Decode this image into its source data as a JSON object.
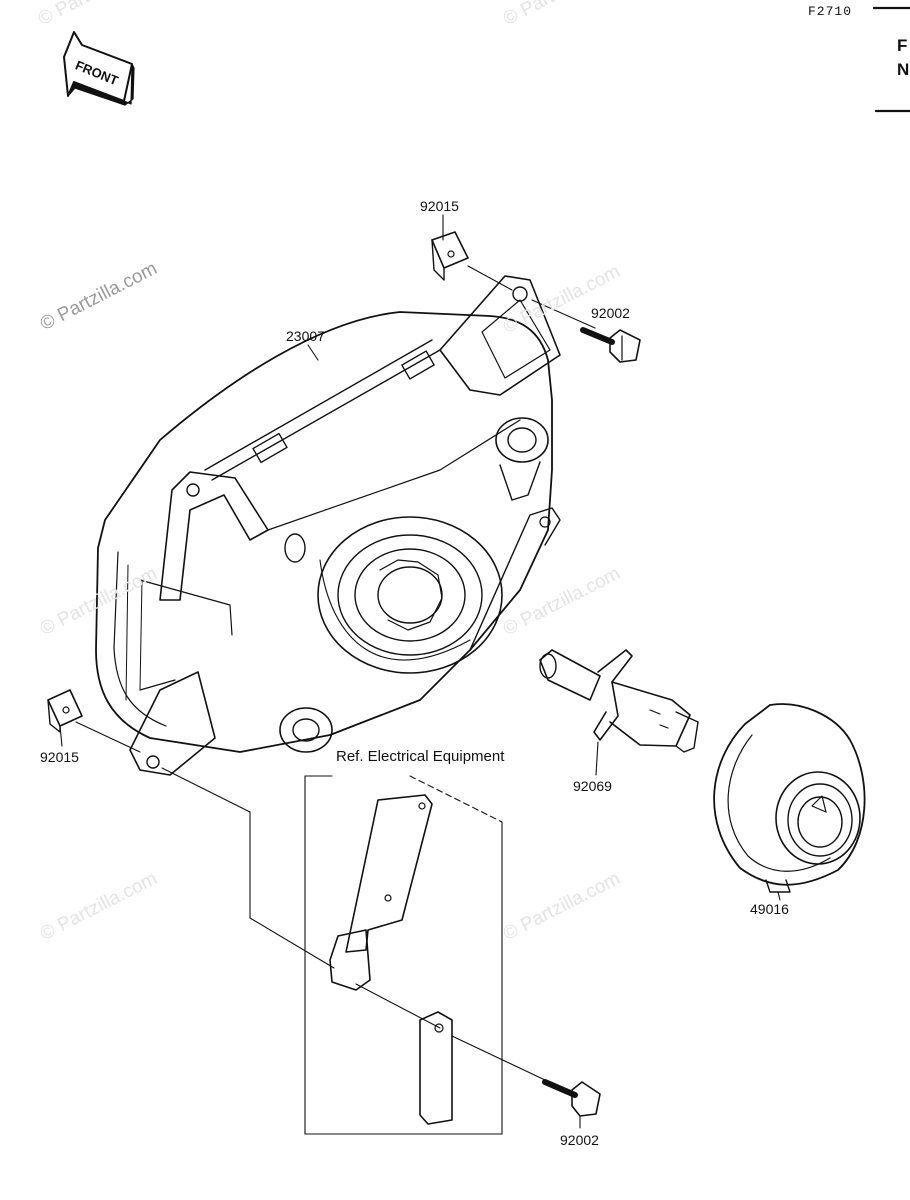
{
  "figure_code": "F2710",
  "corner_text": [
    "F",
    "N"
  ],
  "front_label": "FRONT",
  "watermark": "© Partzilla.com",
  "parts": {
    "headlight_housing": "23007",
    "nut_top": "92015",
    "nut_left": "92015",
    "bolt_top": "92002",
    "bolt_bottom": "92002",
    "bulb": "92069",
    "bulb_cover": "49016"
  },
  "ref_note": "Ref. Electrical Equipment"
}
